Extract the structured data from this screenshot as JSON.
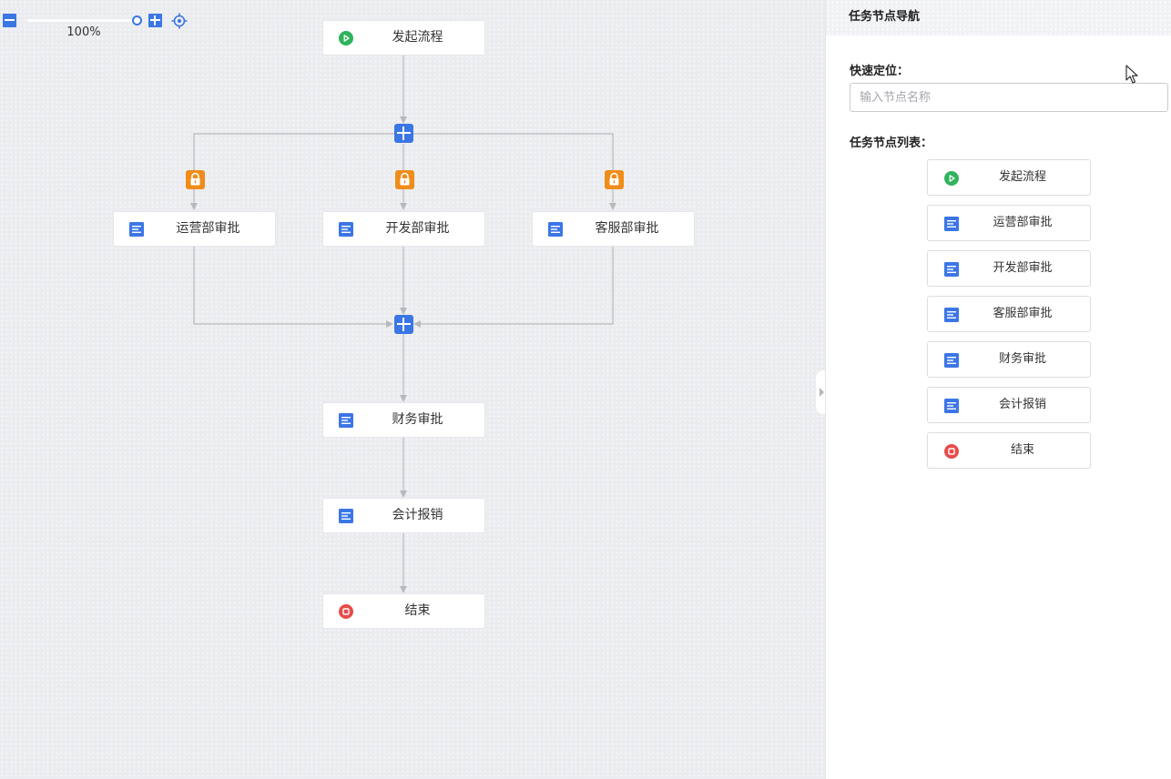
{
  "canvas": {
    "zoom_label": "100%",
    "nodes": [
      {
        "id": "start",
        "label": "发起流程",
        "icon": "play-circle-icon"
      },
      {
        "id": "ops",
        "label": "运营部审批",
        "icon": "document-icon"
      },
      {
        "id": "dev",
        "label": "开发部审批",
        "icon": "document-icon"
      },
      {
        "id": "cs",
        "label": "客服部审批",
        "icon": "document-icon"
      },
      {
        "id": "finance",
        "label": "财务审批",
        "icon": "document-icon"
      },
      {
        "id": "accounting",
        "label": "会计报销",
        "icon": "document-icon"
      },
      {
        "id": "end",
        "label": "结束",
        "icon": "stop-circle-icon"
      }
    ],
    "parallel_gateways": 2,
    "lock_markers": 3
  },
  "panel": {
    "title": "任务节点导航",
    "quick_locate_label": "快速定位：",
    "search_placeholder": "输入节点名称",
    "search_value": "",
    "list_label": "任务节点列表：",
    "items": [
      {
        "label": "发起流程",
        "icon": "play-circle-icon"
      },
      {
        "label": "运营部审批",
        "icon": "document-icon"
      },
      {
        "label": "开发部审批",
        "icon": "document-icon"
      },
      {
        "label": "客服部审批",
        "icon": "document-icon"
      },
      {
        "label": "财务审批",
        "icon": "document-icon"
      },
      {
        "label": "会计报销",
        "icon": "document-icon"
      },
      {
        "label": "结束",
        "icon": "stop-circle-icon"
      }
    ]
  },
  "colors": {
    "accent_blue": "#3b76e5",
    "start_green": "#2fb35c",
    "end_red": "#e84c4c",
    "lock_orange": "#f08c1a",
    "connector_gray": "#b8b9bd"
  }
}
